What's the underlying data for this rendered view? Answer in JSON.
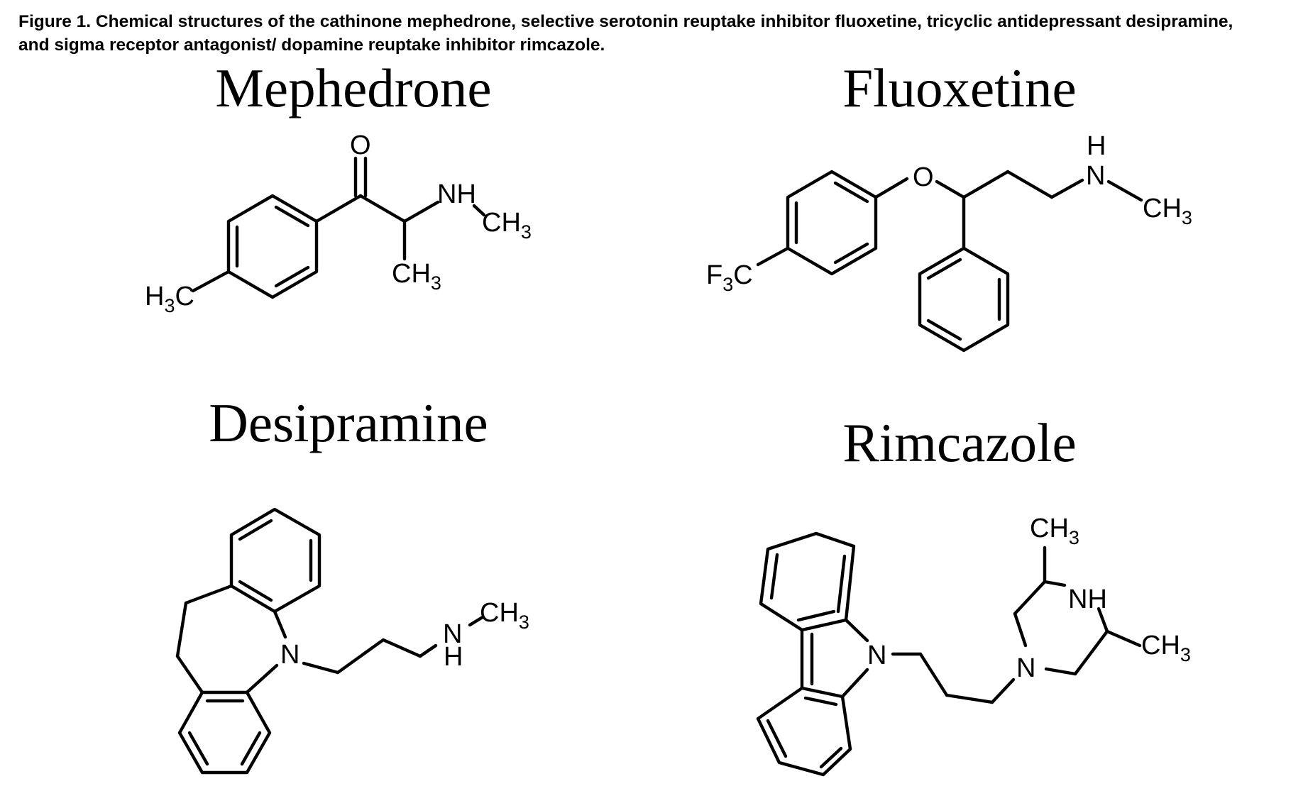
{
  "figure": {
    "caption_line1": "Figure 1. Chemical structures of the cathinone mephedrone, selective serotonin reuptake inhibitor fluoxetine, tricyclic antidepressant desipramine,",
    "caption_line2": "and sigma receptor antagonist/ dopamine reuptake inhibitor rimcazole."
  },
  "molecules": {
    "mephedrone": {
      "name": "Mephedrone",
      "labels": {
        "oxygen": "O",
        "amine": "NH",
        "methyl_n": "CH",
        "methyl_n_sub": "3",
        "methyl_c": "CH",
        "methyl_c_sub": "3",
        "methyl_ring": "H",
        "methyl_ring_sub": "3",
        "methyl_ring_c": "C"
      }
    },
    "fluoxetine": {
      "name": "Fluoxetine",
      "labels": {
        "oxygen": "O",
        "amine_h": "H",
        "amine_n": "N",
        "methyl": "CH",
        "methyl_sub": "3",
        "cf3_f": "F",
        "cf3_sub": "3",
        "cf3_c": "C"
      }
    },
    "desipramine": {
      "name": "Desipramine",
      "labels": {
        "ring_n": "N",
        "amine_n": "N",
        "amine_h": "H",
        "methyl": "CH",
        "methyl_sub": "3"
      }
    },
    "rimcazole": {
      "name": "Rimcazole",
      "labels": {
        "carbazole_n": "N",
        "piperazine_n": "N",
        "piperazine_nh": "NH",
        "methyl_top": "CH",
        "methyl_top_sub": "3",
        "methyl_right": "CH",
        "methyl_right_sub": "3"
      }
    }
  }
}
